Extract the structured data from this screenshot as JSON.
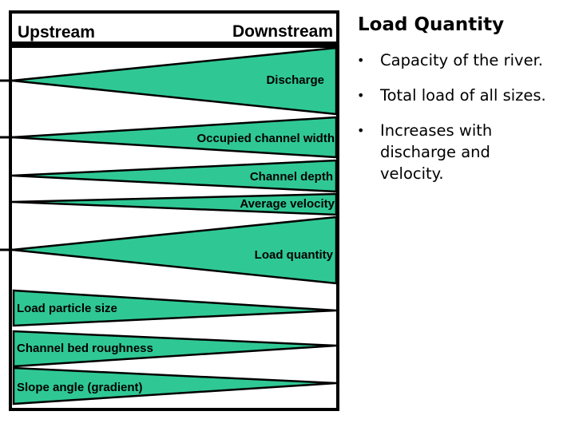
{
  "diagram": {
    "header": {
      "upstream": "Upstream",
      "downstream": "Downstream"
    },
    "wedges": [
      {
        "label": "Discharge",
        "wider_end": "downstream"
      },
      {
        "label": "Occupied channel width",
        "wider_end": "downstream"
      },
      {
        "label": "Channel depth",
        "wider_end": "downstream"
      },
      {
        "label": "Average velocity",
        "wider_end": "downstream"
      },
      {
        "label": "Load quantity",
        "wider_end": "downstream"
      },
      {
        "label": "Load particle size",
        "wider_end": "upstream"
      },
      {
        "label": "Channel bed roughness",
        "wider_end": "upstream"
      },
      {
        "label": "Slope angle (gradient)",
        "wider_end": "upstream"
      }
    ],
    "colors": {
      "wedge_fill": "#2FC894",
      "outline": "#000000"
    }
  },
  "panel": {
    "title": "Load Quantity",
    "bullets": [
      {
        "text": "Capacity of the river."
      },
      {
        "text": "Total load of all sizes."
      },
      {
        "lines": [
          "Increases with",
          "discharge and",
          "velocity."
        ]
      }
    ]
  }
}
